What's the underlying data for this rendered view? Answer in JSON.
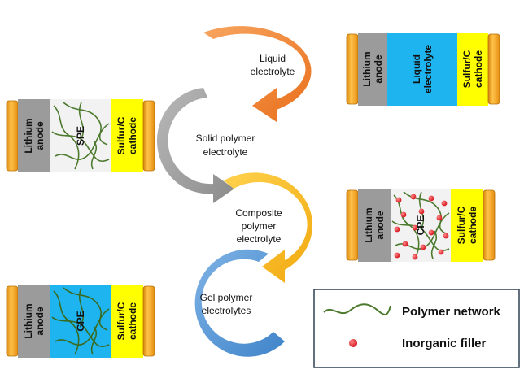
{
  "cycle": {
    "stage1": [
      "Liquid",
      "electrolyte"
    ],
    "stage2": [
      "Solid polymer",
      "electrolyte"
    ],
    "stage3": [
      "Composite",
      "polymer",
      "electrolyte"
    ],
    "stage4": [
      "Gel polymer",
      "electrolytes"
    ]
  },
  "cells": {
    "liquid": {
      "anode": [
        "Lithium",
        "anode"
      ],
      "electrolyte": [
        "Liquid",
        "electrolyte"
      ],
      "cathode": [
        "Sulfur/C",
        "cathode"
      ]
    },
    "spe": {
      "anode": [
        "Lithium",
        "anode"
      ],
      "electrolyte": [
        "SPE"
      ],
      "cathode": [
        "Sulfur/C",
        "cathode"
      ]
    },
    "cpe": {
      "anode": [
        "Lithium",
        "anode"
      ],
      "electrolyte": [
        "CPE"
      ],
      "cathode": [
        "Sulfur/C",
        "cathode"
      ]
    },
    "gpe": {
      "anode": [
        "Lithium",
        "anode"
      ],
      "electrolyte": [
        "GPE"
      ],
      "cathode": [
        "Sulfur/C",
        "cathode"
      ]
    }
  },
  "legend": {
    "polymer_network": "Polymer network",
    "inorganic_filler": "Inorganic filler"
  },
  "colors": {
    "arrow_orange": "#f0832a",
    "arrow_gray": "#9a9a9a",
    "arrow_yellow": "#f7b81f",
    "arrow_blue": "#5b9bd5",
    "anode_gray": "#9b9b9b",
    "cathode_yellow": "#ffff00",
    "liquid_blue": "#1eb4f0",
    "cap_orange": "#f3a51c",
    "polymer_green": "#4d7a2e",
    "filler_red": "#e8141c"
  }
}
